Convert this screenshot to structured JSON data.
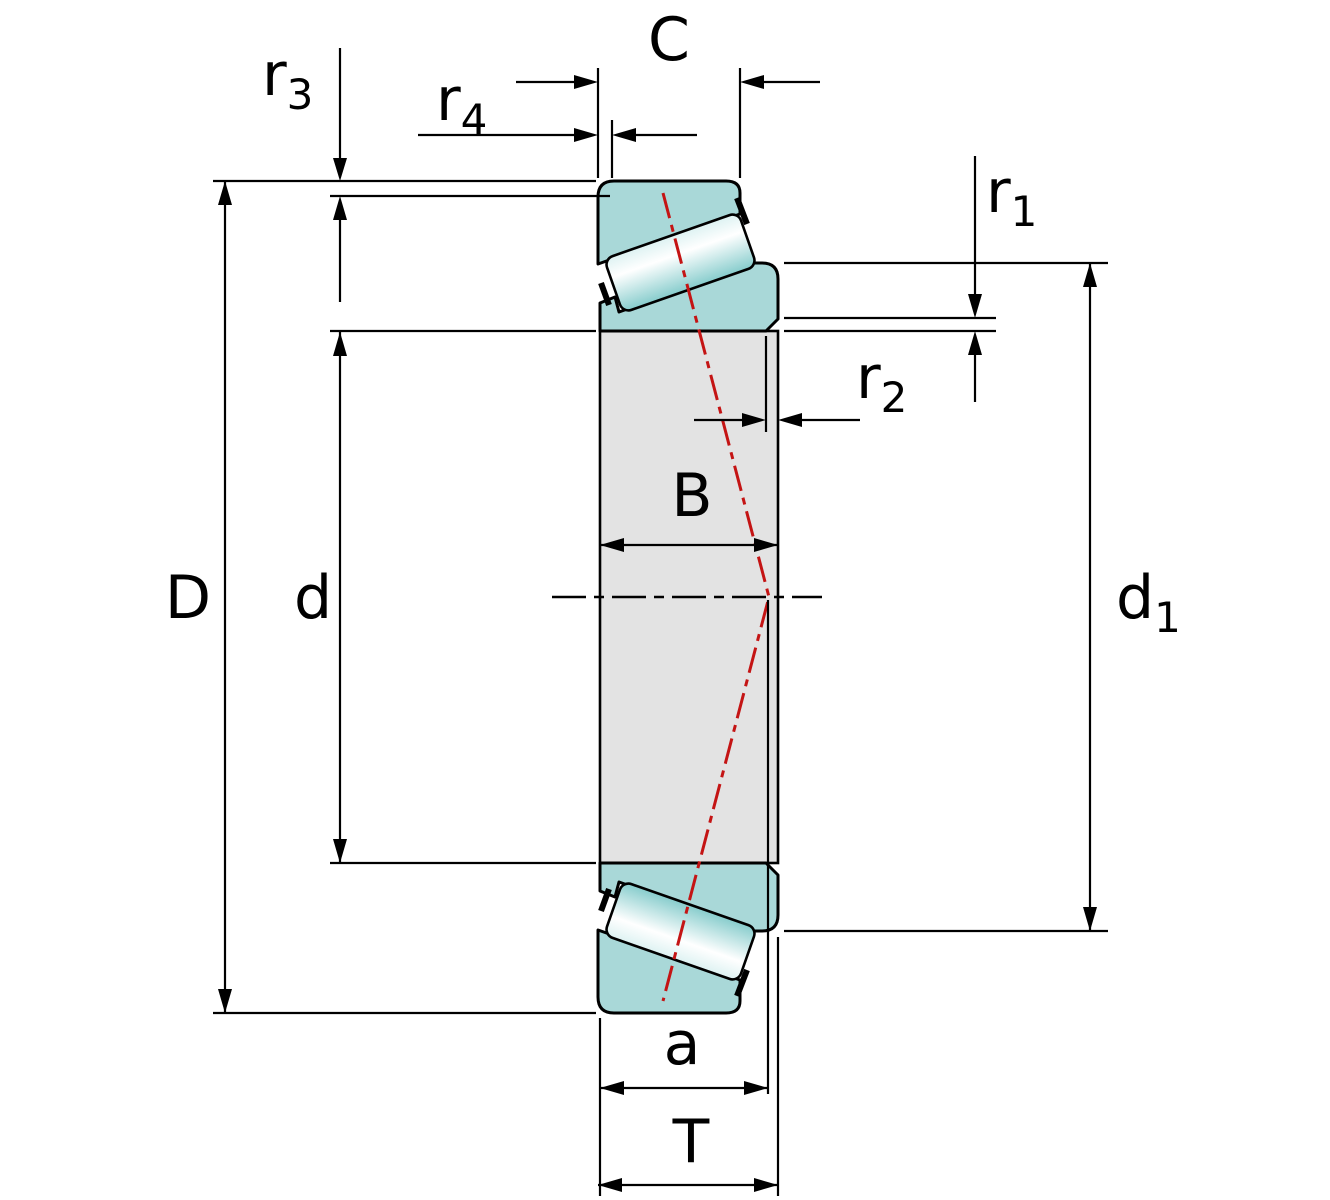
{
  "title": "Tapered roller bearing dimension drawing",
  "colors": {
    "background": "#ffffff",
    "ring_fill": "#a9d8d8",
    "bore_fill": "#e3e3e3",
    "outline": "#000000",
    "pressure_line": "#c41414"
  },
  "labels": {
    "C": "C",
    "B": "B",
    "D": "D",
    "d": "d",
    "a": "a",
    "T": "T",
    "r1": {
      "main": "r",
      "sub": "1"
    },
    "r2": {
      "main": "r",
      "sub": "2"
    },
    "r3": {
      "main": "r",
      "sub": "3"
    },
    "r4": {
      "main": "r",
      "sub": "4"
    },
    "d1": {
      "main": "d",
      "sub": "1"
    }
  }
}
